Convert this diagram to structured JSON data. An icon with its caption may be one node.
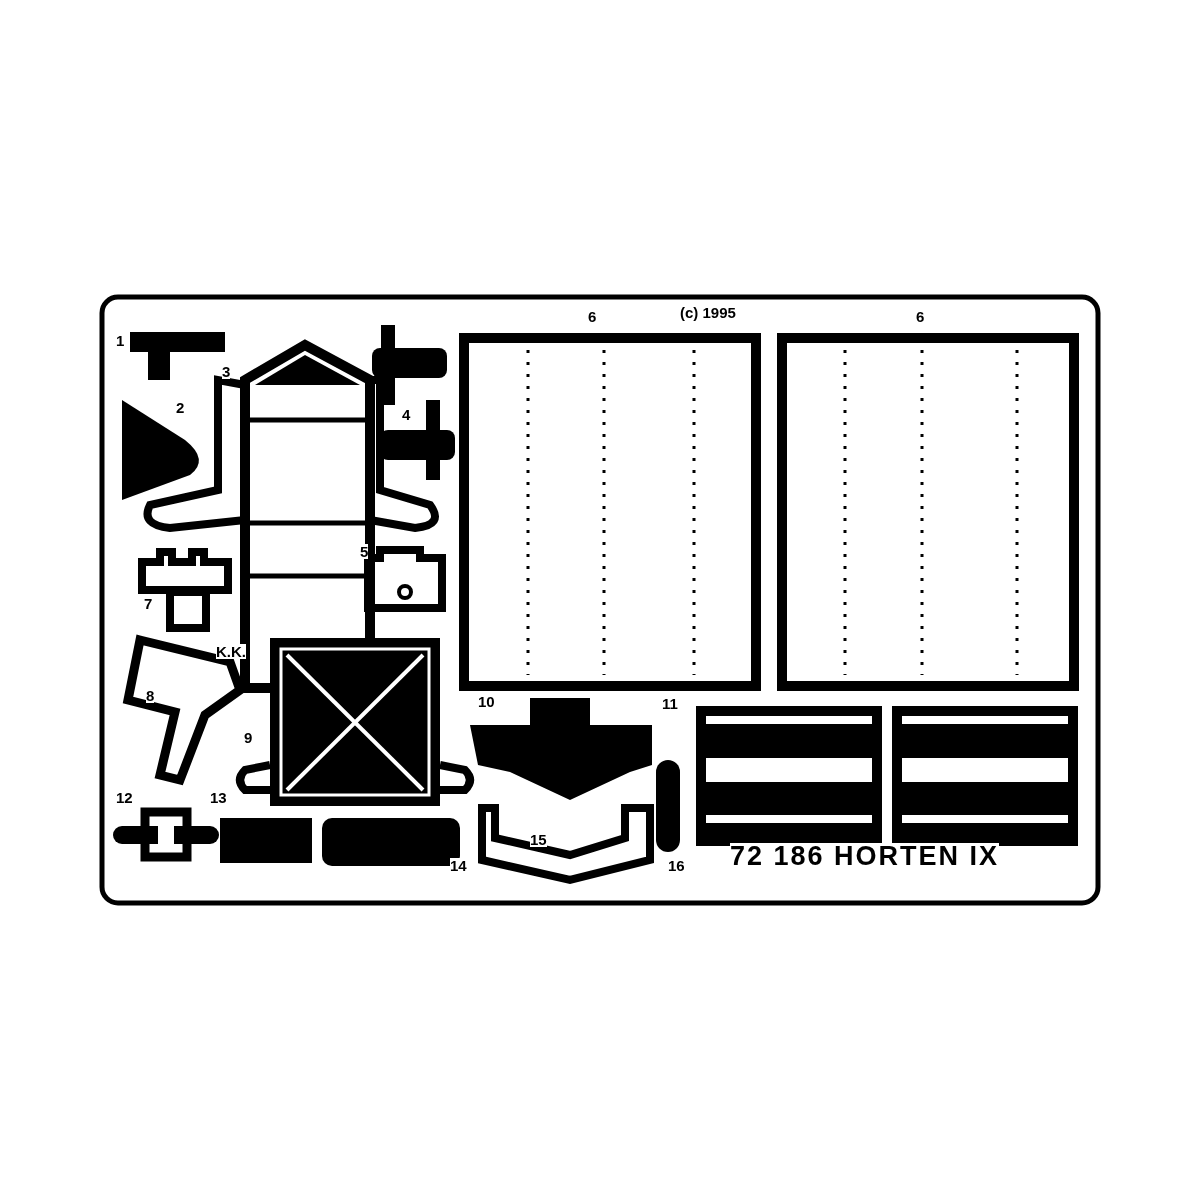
{
  "diagram": {
    "labels": [
      "1",
      "6",
      "(c) 1995",
      "6",
      "3",
      "2",
      "4",
      "5",
      "7",
      "K.K.",
      "8",
      "10",
      "11",
      "9",
      "12",
      "13",
      "15",
      "16",
      "72 186 HORTEN IX",
      "14"
    ]
  }
}
